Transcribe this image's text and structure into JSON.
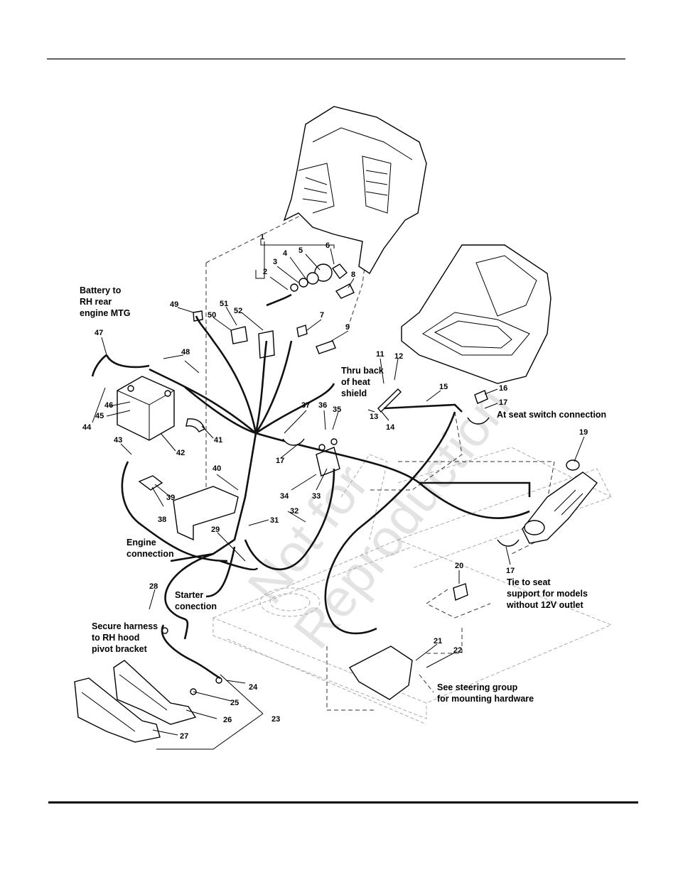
{
  "callouts": [
    "1",
    "2",
    "3",
    "4",
    "5",
    "6",
    "7",
    "8",
    "9",
    "11",
    "12",
    "13",
    "14",
    "15",
    "16",
    "17",
    "17",
    "17",
    "19",
    "20",
    "21",
    "22",
    "23",
    "24",
    "25",
    "26",
    "27",
    "28",
    "29",
    "31",
    "32",
    "33",
    "34",
    "35",
    "36",
    "37",
    "38",
    "39",
    "40",
    "41",
    "42",
    "43",
    "44",
    "45",
    "46",
    "47",
    "48",
    "49",
    "50",
    "51",
    "52"
  ],
  "notes": {
    "battery_1": "Battery to",
    "battery_2": "RH rear",
    "battery_3": "engine MTG",
    "heat_1": "Thru back",
    "heat_2": "of heat",
    "heat_3": "shield",
    "seat_switch": "At seat switch connection",
    "tie_1": "Tie to seat",
    "tie_2": "support for models",
    "tie_3": "without 12V outlet",
    "engine_1": "Engine",
    "engine_2": "connection",
    "starter_1": "Starter",
    "starter_2": "conection",
    "secure_1": "Secure harness",
    "secure_2": "to RH hood",
    "secure_3": "pivot bracket",
    "steering_1": "See steering group",
    "steering_2": "for mounting hardware"
  },
  "watermark": {
    "line1": "Not for",
    "line2": "Reproduction"
  }
}
